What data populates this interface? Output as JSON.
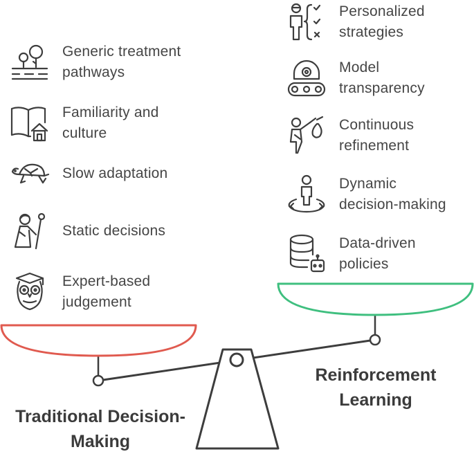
{
  "left": {
    "title_line1": "Traditional Decision-",
    "title_line2": "Making",
    "accent": "#e05a4f",
    "items": [
      {
        "label_line1": "Generic treatment",
        "label_line2": "pathways",
        "icon": "trees-road-icon"
      },
      {
        "label_line1": "Familiarity and",
        "label_line2": "culture",
        "icon": "book-house-icon"
      },
      {
        "label_line1": "Slow adaptation",
        "label_line2": "",
        "icon": "turtle-icon"
      },
      {
        "label_line1": "Static decisions",
        "label_line2": "",
        "icon": "statue-icon"
      },
      {
        "label_line1": "Expert-based",
        "label_line2": "judgement",
        "icon": "owl-icon"
      }
    ]
  },
  "right": {
    "title_line1": "Reinforcement",
    "title_line2": "Learning",
    "accent": "#3fbf7f",
    "items": [
      {
        "label_line1": "Personalized",
        "label_line2": "strategies",
        "icon": "person-checklist-icon"
      },
      {
        "label_line1": "Model",
        "label_line2": "transparency",
        "icon": "conveyor-icon"
      },
      {
        "label_line1": "Continuous",
        "label_line2": "refinement",
        "icon": "person-bag-icon"
      },
      {
        "label_line1": "Dynamic",
        "label_line2": "decision-making",
        "icon": "person-rotate-icon"
      },
      {
        "label_line1": "Data-driven",
        "label_line2": "policies",
        "icon": "database-robot-icon"
      }
    ]
  }
}
